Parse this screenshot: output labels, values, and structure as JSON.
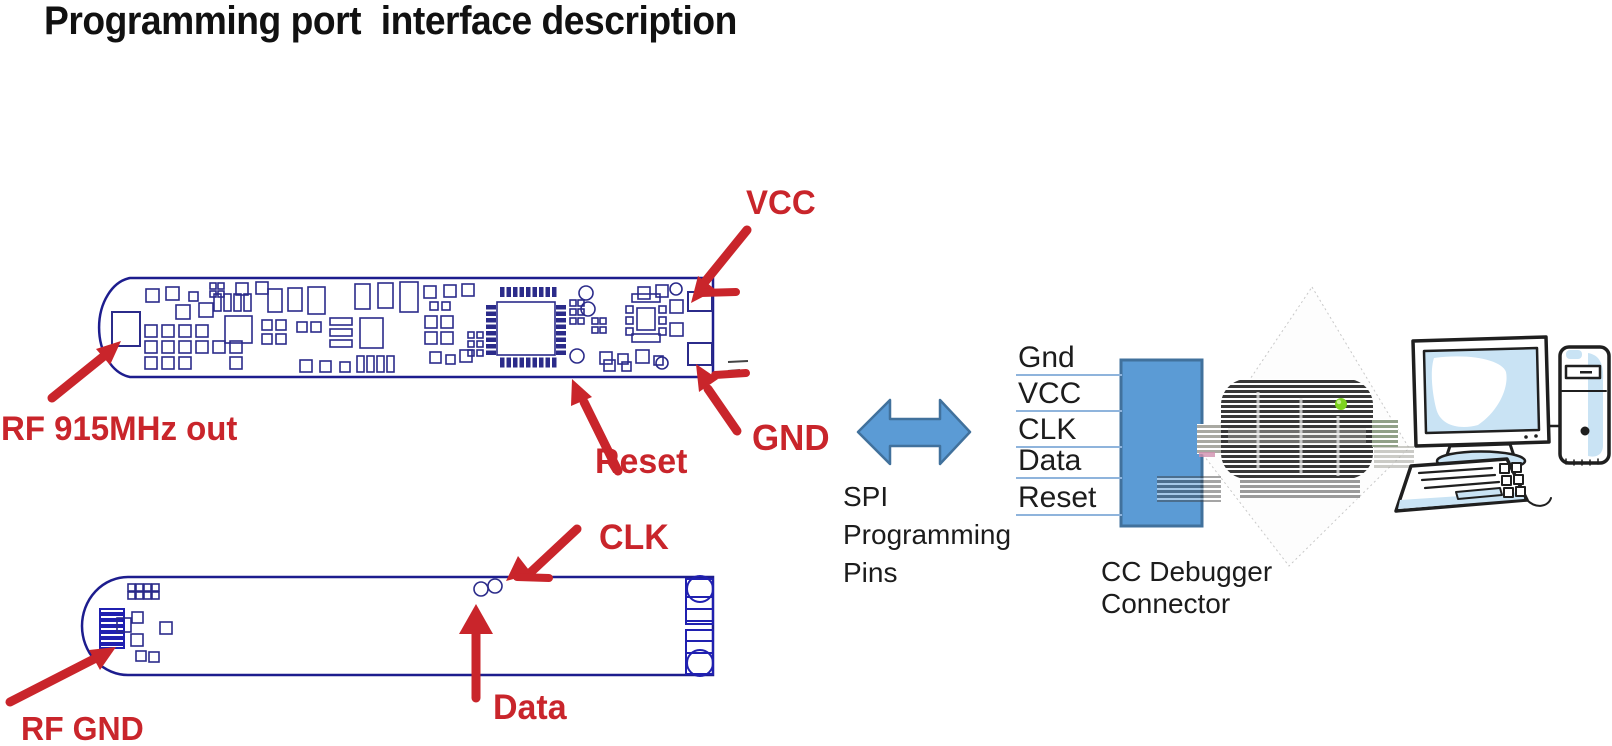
{
  "title": "Programming port  interface description",
  "pcb_top": {
    "annotations": {
      "vcc": "VCC",
      "gnd": "GND",
      "reset": "Reset",
      "rf_out": "RF 915MHz out"
    }
  },
  "pcb_bottom": {
    "annotations": {
      "clk": "CLK",
      "data": "Data",
      "rf_gnd": "RF GND"
    }
  },
  "spi": {
    "label": "SPI\nProgramming\nPins"
  },
  "cc_debugger": {
    "pins": [
      "Gnd",
      "VCC",
      "CLK",
      "Data",
      "Reset"
    ],
    "label": "CC Debugger\nConnector"
  },
  "icons": {
    "spi_double_arrow": "left-right-block-arrow",
    "cc_debugger_photo": "rotated-photo-cc-debugger-green-led",
    "desktop_computer": "hand-drawn-desktop-pc",
    "annotation_arrows": "red-hand-drawn-arrows"
  },
  "colors": {
    "annotation_red": "#c9252b",
    "pcb_navy": "#1d1d8e",
    "component_navy": "#2b2b8a",
    "shape_blue": "#5b9bd5",
    "shape_blue_border": "#41719c",
    "wire_blue": "#8fb4dc",
    "screen_blue": "#c9e3f4",
    "led_green": "#7ed321",
    "text_black": "#1c1c1c"
  }
}
